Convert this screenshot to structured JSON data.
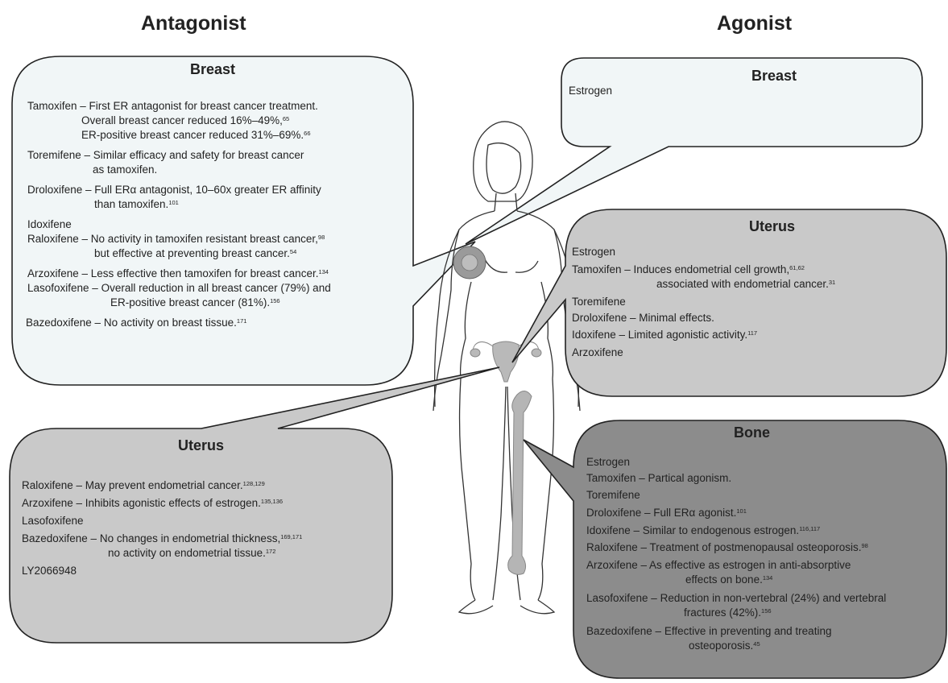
{
  "headings": {
    "antagonist": "Antagonist",
    "agonist": "Agonist"
  },
  "colors": {
    "light_box": "#f1f6f7",
    "mid_box": "#c9c9c9",
    "dark_box": "#8c8c8c",
    "stroke": "#222222"
  },
  "antagonist_breast": {
    "title": "Breast",
    "lines": [
      {
        "text": "Tamoxifen – First ER antagonist for breast cancer treatment.",
        "sup": ""
      },
      {
        "text": "Overall breast cancer reduced 16%–49%,",
        "sup": "65"
      },
      {
        "text": "ER-positive breast cancer reduced 31%–69%.",
        "sup": "66"
      },
      {
        "text": "Toremifene – Similar efficacy and safety for breast cancer",
        "sup": ""
      },
      {
        "text": "as tamoxifen.",
        "sup": ""
      },
      {
        "text": "Droloxifene – Full ERα antagonist, 10–60x greater ER affinity",
        "sup": ""
      },
      {
        "text": "than tamoxifen.",
        "sup": "101"
      },
      {
        "text": "Idoxifene",
        "sup": ""
      },
      {
        "text": "Raloxifene – No activity in tamoxifen resistant breast cancer,",
        "sup": "98"
      },
      {
        "text": "but effective at preventing breast cancer.",
        "sup": "54"
      },
      {
        "text": "Arzoxifene – Less effective then tamoxifen for breast cancer.",
        "sup": "134"
      },
      {
        "text": "Lasofoxifene – Overall reduction in all breast cancer (79%) and",
        "sup": ""
      },
      {
        "text": "ER-positive breast cancer (81%).",
        "sup": "156"
      },
      {
        "text": "Bazedoxifene – No activity on breast tissue.",
        "sup": "171"
      }
    ]
  },
  "antagonist_uterus": {
    "title": "Uterus",
    "lines": [
      {
        "text": "Raloxifene – May prevent endometrial cancer.",
        "sup": "128,129"
      },
      {
        "text": "Arzoxifene – Inhibits agonistic effects of estrogen.",
        "sup": "135,136"
      },
      {
        "text": "Lasofoxifene",
        "sup": ""
      },
      {
        "text": "Bazedoxifene –  No changes in endometrial thickness,",
        "sup": "169,171"
      },
      {
        "text": "no activity on endometrial tissue.",
        "sup": "172"
      },
      {
        "text": "LY2066948",
        "sup": ""
      }
    ]
  },
  "agonist_breast": {
    "title": "Breast",
    "lines": [
      {
        "text": "Estrogen",
        "sup": ""
      }
    ]
  },
  "agonist_uterus": {
    "title": "Uterus",
    "lines": [
      {
        "text": "Estrogen",
        "sup": ""
      },
      {
        "text": "Tamoxifen – Induces endometrial cell growth,",
        "sup": "61,62"
      },
      {
        "text": "associated with endometrial cancer.",
        "sup": "31"
      },
      {
        "text": "Toremifene",
        "sup": ""
      },
      {
        "text": "Droloxifene – Minimal effects.",
        "sup": ""
      },
      {
        "text": "Idoxifene – Limited agonistic activity.",
        "sup": "117"
      },
      {
        "text": "Arzoxifene",
        "sup": ""
      }
    ]
  },
  "agonist_bone": {
    "title": "Bone",
    "lines": [
      {
        "text": "Estrogen",
        "sup": ""
      },
      {
        "text": "Tamoxifen – Partical agonism.",
        "sup": ""
      },
      {
        "text": "Toremifene",
        "sup": ""
      },
      {
        "text": "Droloxifene – Full ERα agonist.",
        "sup": "101"
      },
      {
        "text": "Idoxifene – Similar to endogenous estrogen.",
        "sup": "116,117"
      },
      {
        "text": "Raloxifene – Treatment of postmenopausal osteoporosis.",
        "sup": "98"
      },
      {
        "text": "Arzoxifene – As effective as estrogen in anti-absorptive",
        "sup": ""
      },
      {
        "text": "effects on bone.",
        "sup": "134"
      },
      {
        "text": "Lasofoxifene – Reduction in non-vertebral (24%) and vertebral",
        "sup": ""
      },
      {
        "text": "fractures (42%).",
        "sup": "156"
      },
      {
        "text": "Bazedoxifene – Effective in preventing and treating",
        "sup": ""
      },
      {
        "text": "osteoporosis.",
        "sup": "45"
      }
    ]
  }
}
